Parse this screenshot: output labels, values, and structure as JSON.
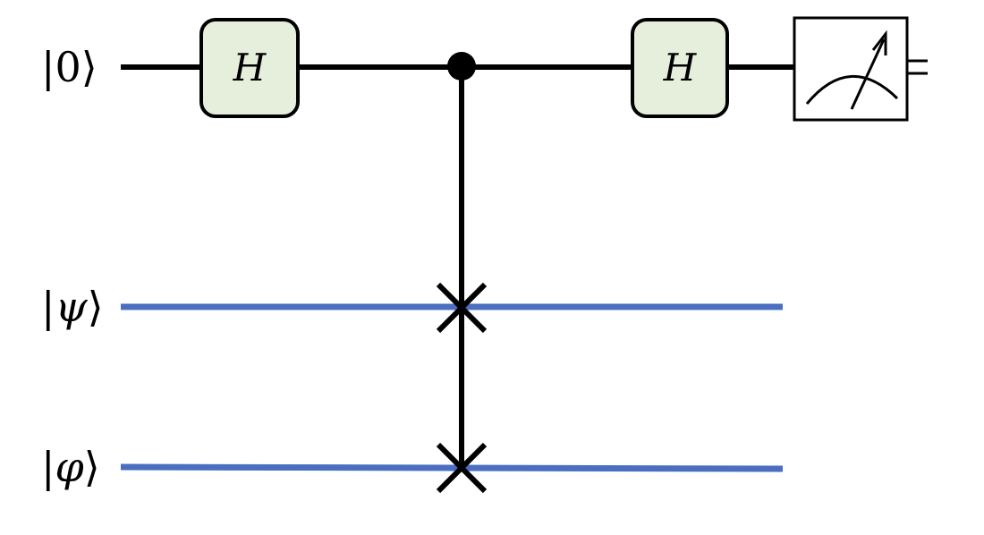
{
  "qubits": [
    {
      "id": "q0",
      "ket": "|0⟩",
      "left": "|",
      "inner": "0",
      "right": "⟩",
      "inner_style": "upright",
      "wire_color": "#000000"
    },
    {
      "id": "q1",
      "ket": "|ψ⟩",
      "left": "|",
      "inner": "ψ",
      "right": "⟩",
      "inner_style": "italic",
      "wire_color": "#4a6fc0"
    },
    {
      "id": "q2",
      "ket": "|φ⟩",
      "left": "|",
      "inner": "φ",
      "right": "⟩",
      "inner_style": "italic",
      "wire_color": "#4a6fc0"
    }
  ],
  "gates": [
    {
      "type": "H",
      "label": "H",
      "qubit": "q0",
      "fill": "#e6efdc"
    },
    {
      "type": "controlled-swap",
      "control": "q0",
      "targets": [
        "q1",
        "q2"
      ]
    },
    {
      "type": "H",
      "label": "H",
      "qubit": "q0",
      "fill": "#e6efdc"
    },
    {
      "type": "measure",
      "qubit": "q0",
      "classical_output": "double-line"
    }
  ]
}
